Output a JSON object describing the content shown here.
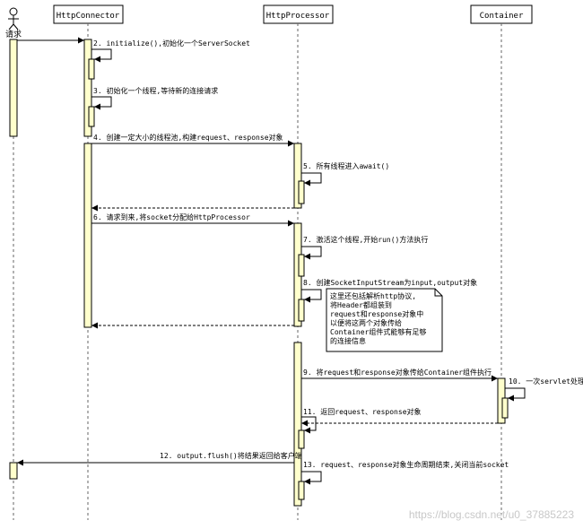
{
  "actor": {
    "label": "请求"
  },
  "participants": {
    "connector": "HttpConnector",
    "processor": "HttpProcessor",
    "container": "Container"
  },
  "messages": {
    "m2": "2. initialize(),初始化一个ServerSocket",
    "m3": "3. 初始化一个线程,等待新的连接请求",
    "m4": "4. 创建一定大小的线程池,构建request、response对象",
    "m5": "5. 所有线程进入await()",
    "m6": "6. 请求到来,将socket分配给HttpProcessor",
    "m7": "7. 激活这个线程,开始run()方法执行",
    "m8": "8. 创建SocketInputStream为input,output对象",
    "m9": "9. 将request和response对象传给Container组件执行",
    "m10": "10. 一次servlet处理",
    "m11": "11. 返回request、response对象",
    "m12": "12. output.flush()将结果返回给客户端",
    "m13": "13. request、response对象生命周期结束,关闭当前socket"
  },
  "note": {
    "lines": [
      "这里还包括解析http协议,",
      "将Header都组装到",
      "request和response对象中",
      "以便将这两个对象传给",
      "Container组件式能够有足够",
      "的连接信息"
    ]
  },
  "watermark": "https://blog.csdn.net/u0_37885223",
  "colors": {
    "activation": "#ffffcc",
    "line": "#000000",
    "lifeline": "#666666"
  }
}
